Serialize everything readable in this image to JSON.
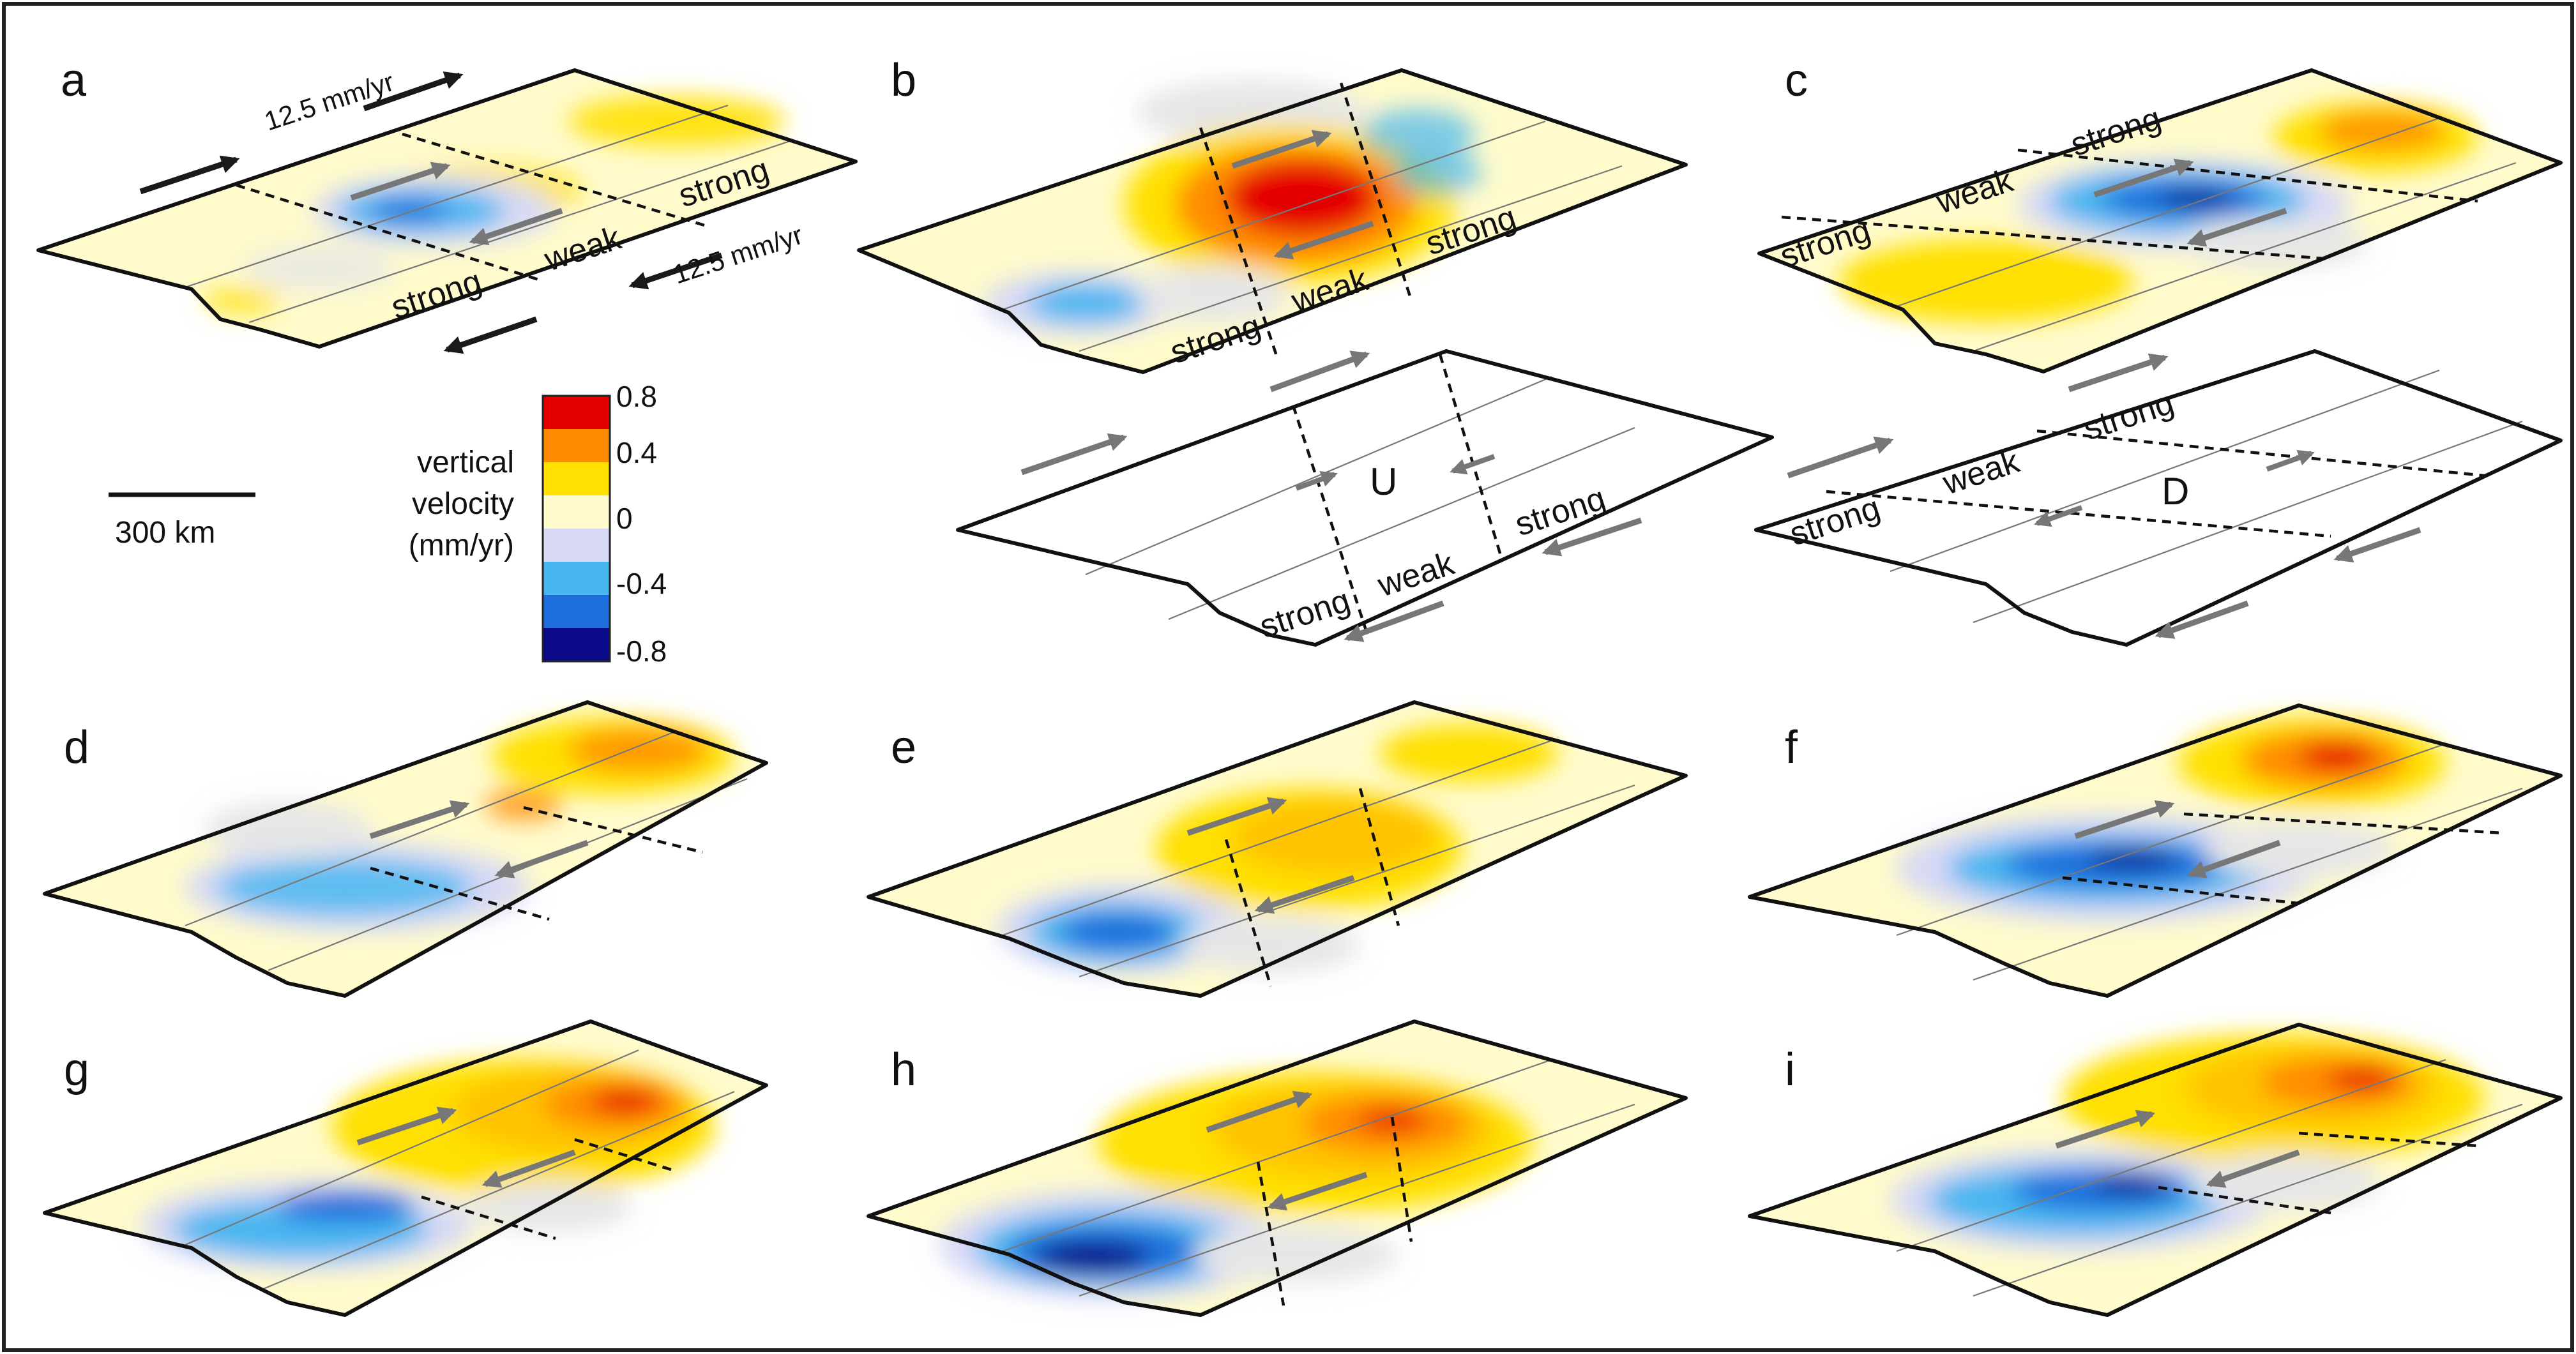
{
  "colors": {
    "frame": "#222222",
    "slab": "#fffbcc",
    "arrow_dark": "#1a1a1a",
    "arrow_gray": "#777777",
    "gray_zone": "#e6e6e6",
    "scale": [
      "#0b0b8a",
      "#1e6fdc",
      "#4ab6f0",
      "#d7d9f5",
      "#fffbcc",
      "#ffe000",
      "#ff8c00",
      "#e50000"
    ]
  },
  "panels": {
    "a": {
      "letter": "a",
      "rate_top": "12.5 mm/yr",
      "rate_bottom": "12.5 mm/yr",
      "zones": [
        "strong",
        "weak",
        "strong"
      ]
    },
    "b": {
      "letter": "b",
      "zones": [
        "strong",
        "weak",
        "strong"
      ]
    },
    "b_schematic": {
      "zones": [
        "strong",
        "weak",
        "strong"
      ],
      "symbol": "U"
    },
    "c": {
      "letter": "c",
      "zones": [
        "strong",
        "weak",
        "strong"
      ]
    },
    "c_schematic": {
      "zones": [
        "strong",
        "weak",
        "strong"
      ],
      "symbol": "D"
    },
    "d": {
      "letter": "d"
    },
    "e": {
      "letter": "e"
    },
    "f": {
      "letter": "f"
    },
    "g": {
      "letter": "g"
    },
    "h": {
      "letter": "h"
    },
    "i": {
      "letter": "i"
    }
  },
  "legend": {
    "title_lines": [
      "vertical",
      "velocity",
      "(mm/yr)"
    ],
    "ticks": [
      "0.8",
      "0.4",
      "0",
      "-0.4",
      "-0.8"
    ],
    "scale_bar": "300 km"
  }
}
